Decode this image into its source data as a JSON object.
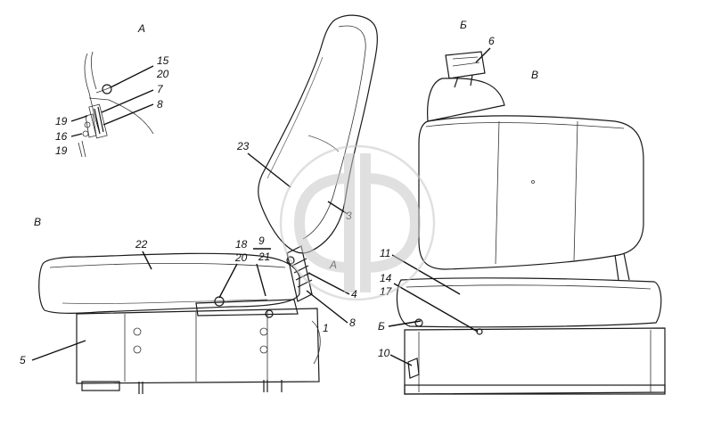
{
  "view_labels": [
    "А",
    "Б",
    "В",
    "В"
  ],
  "callouts": {
    "c15": "15",
    "c20a": "20",
    "c7": "7",
    "c8a": "8",
    "c19a": "19",
    "c16": "16",
    "c19b": "19",
    "c6": "6",
    "c23": "23",
    "c3": "3",
    "c22": "22",
    "c18": "18",
    "c20b": "20",
    "c9": "9",
    "c21": "21",
    "c4": "4",
    "c8b": "8",
    "c1": "1",
    "c5": "5",
    "c11": "11",
    "c14": "14",
    "c17": "17",
    "c10": "10",
    "cA": "А",
    "cB": "Б"
  },
  "watermark": {
    "color": "#c8c8c8"
  }
}
